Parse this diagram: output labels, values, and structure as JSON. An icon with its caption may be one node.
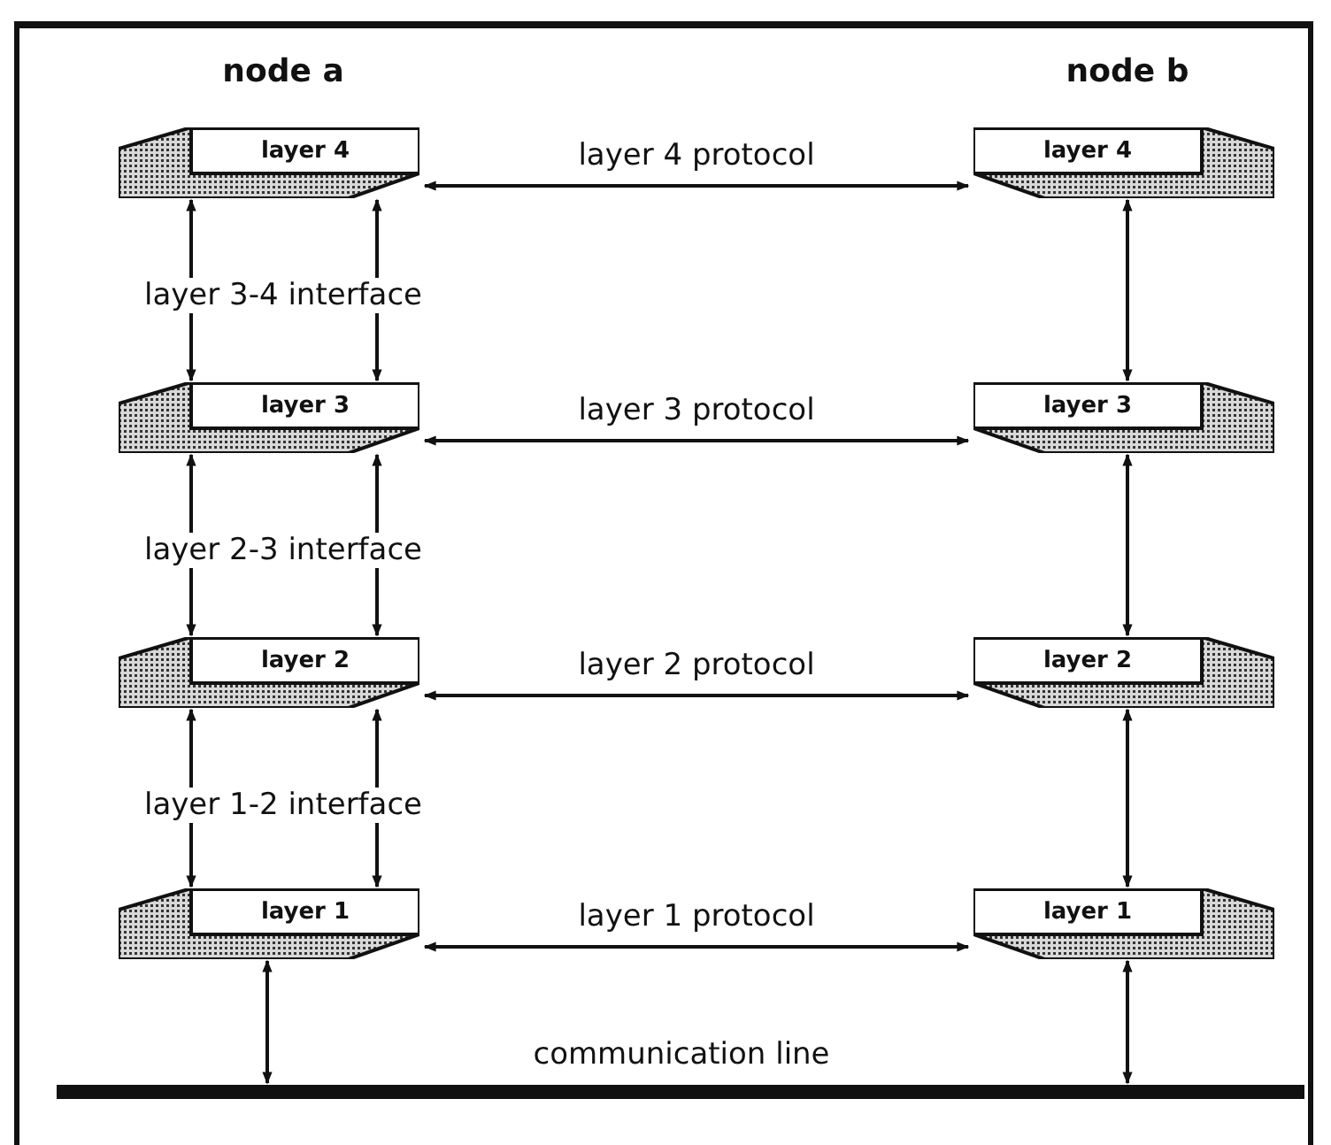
{
  "diagram": {
    "nodes": [
      {
        "text": [
          "layer 4"
        ]
      },
      {
        "text": [
          "layer 4"
        ]
      },
      {
        "text": [
          "layer 3"
        ]
      },
      {
        "text": [
          "layer 3"
        ]
      },
      {
        "text": [
          "layer 2"
        ]
      },
      {
        "text": [
          "layer 2"
        ]
      },
      {
        "text": [
          "layer 1"
        ]
      },
      {
        "text": [
          "layer 1"
        ]
      },
      {
        "text": [],
        "shape": "bar",
        "beside": [
          "communication line"
        ]
      }
    ],
    "edges": [
      {
        "from": 0,
        "to": 1,
        "arrow": "both",
        "label": "layer 4 protocol"
      },
      {
        "from": 0,
        "to": 2,
        "arrow": "both"
      },
      {
        "from": 0,
        "to": 2,
        "arrow": "both"
      },
      {
        "from": 1,
        "to": 3,
        "arrow": "both"
      },
      {
        "from": 2,
        "to": 3,
        "arrow": "both",
        "label": "layer 3 protocol"
      },
      {
        "from": 2,
        "to": 4,
        "arrow": "both"
      },
      {
        "from": 2,
        "to": 4,
        "arrow": "both"
      },
      {
        "from": 3,
        "to": 5,
        "arrow": "both"
      },
      {
        "from": 4,
        "to": 5,
        "arrow": "both",
        "label": "layer 2 protocol"
      },
      {
        "from": 4,
        "to": 6,
        "arrow": "both"
      },
      {
        "from": 4,
        "to": 6,
        "arrow": "both"
      },
      {
        "from": 5,
        "to": 7,
        "arrow": "both"
      },
      {
        "from": 6,
        "to": 7,
        "arrow": "both",
        "label": "layer 1 protocol"
      },
      {
        "from": 6,
        "to": 8,
        "arrow": "both"
      },
      {
        "from": 7,
        "to": 8,
        "arrow": "both"
      }
    ],
    "labels": [
      "node a",
      "node b",
      "layer 3-4 interface",
      "layer 2-3 interface",
      "layer 1-2 interface"
    ]
  }
}
